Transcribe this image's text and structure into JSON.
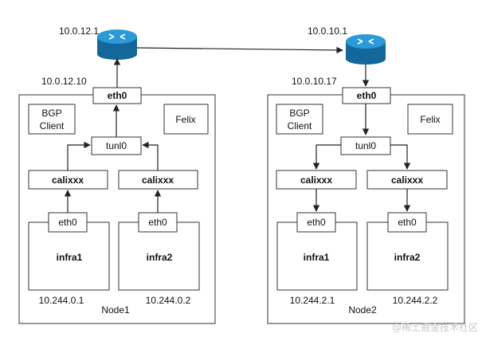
{
  "routers": {
    "left_ip": "10.0.12.1",
    "right_ip": "10.0.10.1"
  },
  "node1": {
    "name": "Node1",
    "ip": "10.0.12.10",
    "eth0": "eth0",
    "bgp_client": [
      "BGP",
      "Client"
    ],
    "felix": "Felix",
    "tunl0": "tunl0",
    "cali_left": "calixxx",
    "cali_right": "calixxx",
    "pod_left": {
      "eth0": "eth0",
      "name": "infra1",
      "ip": "10.244.0.1"
    },
    "pod_right": {
      "eth0": "eth0",
      "name": "infra2",
      "ip": "10.244.0.2"
    }
  },
  "node2": {
    "name": "Node2",
    "ip": "10.0.10.17",
    "eth0": "eth0",
    "bgp_client": [
      "BGP",
      "Client"
    ],
    "felix": "Felix",
    "tunl0": "tunl0",
    "cali_left": "calixxx",
    "cali_right": "calixxx",
    "pod_left": {
      "eth0": "eth0",
      "name": "infra1",
      "ip": "10.244.2.1"
    },
    "pod_right": {
      "eth0": "eth0",
      "name": "infra2",
      "ip": "10.244.2.2"
    }
  },
  "watermark": "@稀土掘金技术社区",
  "colors": {
    "router_fill": "#1f87c4",
    "router_dark": "#14679a",
    "line": "#222222"
  }
}
